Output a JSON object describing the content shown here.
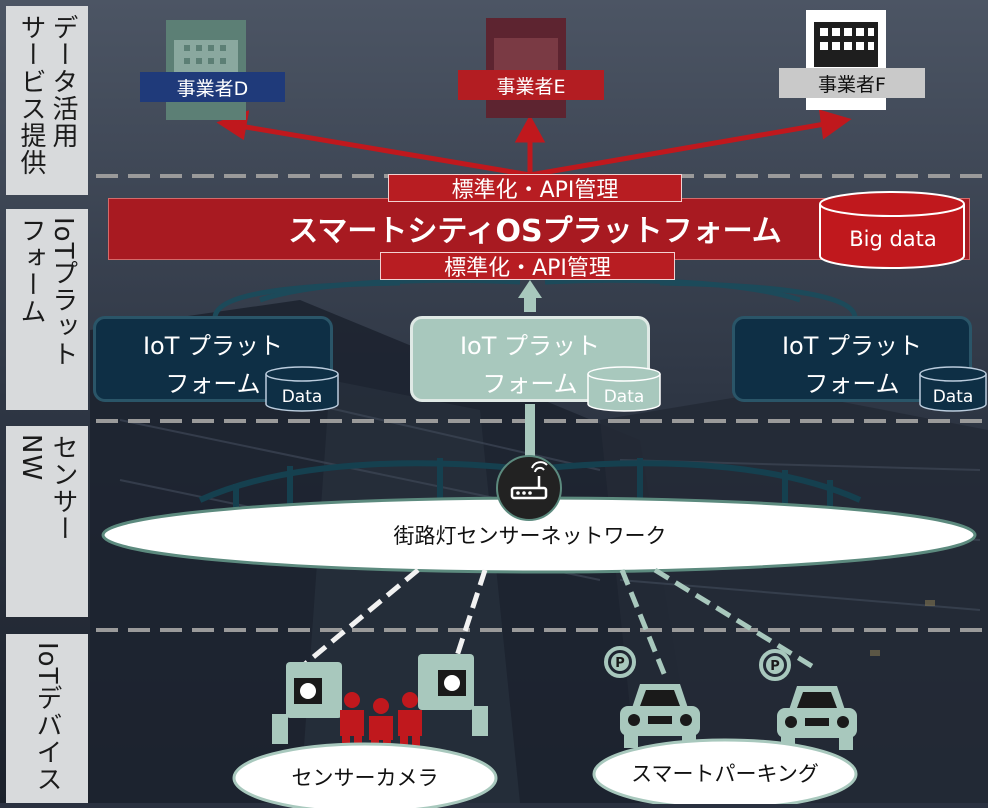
{
  "layers": {
    "data_service": "データ活用\nサービス提供",
    "iot_platform": "IoTプラット\nフォーム",
    "sensor_nw": "センサー\nNW",
    "iot_devices": "IoTデバイス"
  },
  "operators": [
    {
      "label": "事業者D",
      "color": "#1f3a7a"
    },
    {
      "label": "事業者E",
      "color": "#b31d22"
    },
    {
      "label": "事業者F",
      "color": "#c9c9c9"
    }
  ],
  "os_platform": {
    "std_api_top": "標準化・API管理",
    "title": "スマートシティOSプラットフォーム",
    "std_api_bottom": "標準化・API管理",
    "big_data": "Big data"
  },
  "iot_platforms": [
    {
      "label": "IoT プラット\nフォーム",
      "data": "Data"
    },
    {
      "label": "IoT プラット\nフォーム",
      "data": "Data"
    },
    {
      "label": "IoT プラット\nフォーム",
      "data": "Data"
    }
  ],
  "sensor_network": {
    "label": "街路灯センサーネットワーク"
  },
  "devices": {
    "camera_label": "センサーカメラ",
    "parking_label": "スマートパーキング"
  },
  "icons": [
    "building-icon",
    "router-icon",
    "camera-icon",
    "people-icon",
    "parking-icon",
    "car-icon"
  ],
  "colors": {
    "red": "#b31d22",
    "navy": "#0e2f45",
    "teal": "#a8c8bd"
  }
}
